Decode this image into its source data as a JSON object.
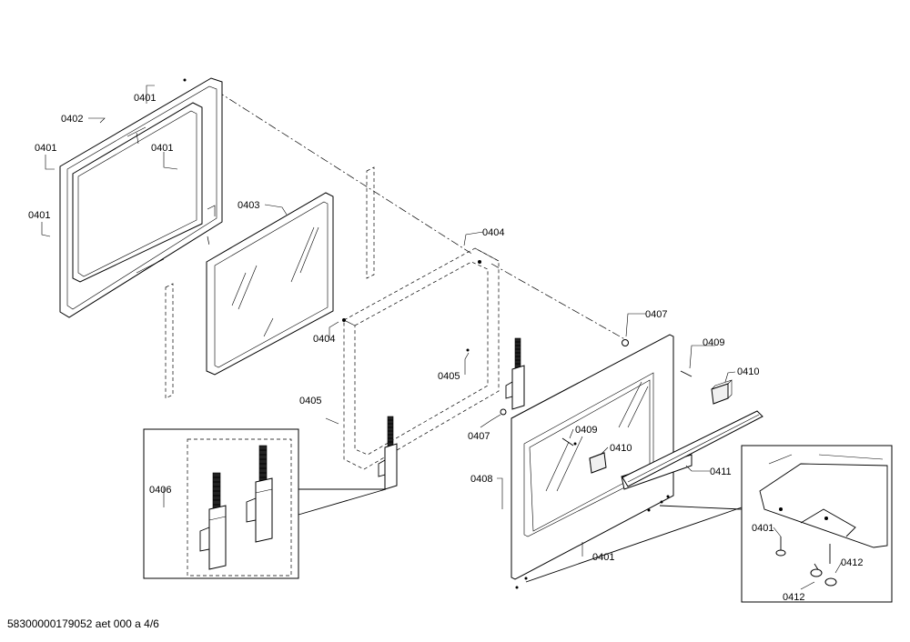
{
  "labels": {
    "l01": "0401",
    "l02": "0402",
    "l03": "0401",
    "l04": "0401",
    "l05": "0401",
    "l06": "0403",
    "l07": "0404",
    "l08": "0404",
    "l09": "0405",
    "l10": "0405",
    "l11": "0407",
    "l12": "0407",
    "l13": "0409",
    "l14": "0410",
    "l15": "0409",
    "l16": "0410",
    "l17": "0408",
    "l18": "0411",
    "l19": "0401",
    "l20": "0406",
    "l21": "0401",
    "l22": "0412",
    "l23": "0412"
  },
  "footer": "58300000179052 aet 000 a 4/6"
}
